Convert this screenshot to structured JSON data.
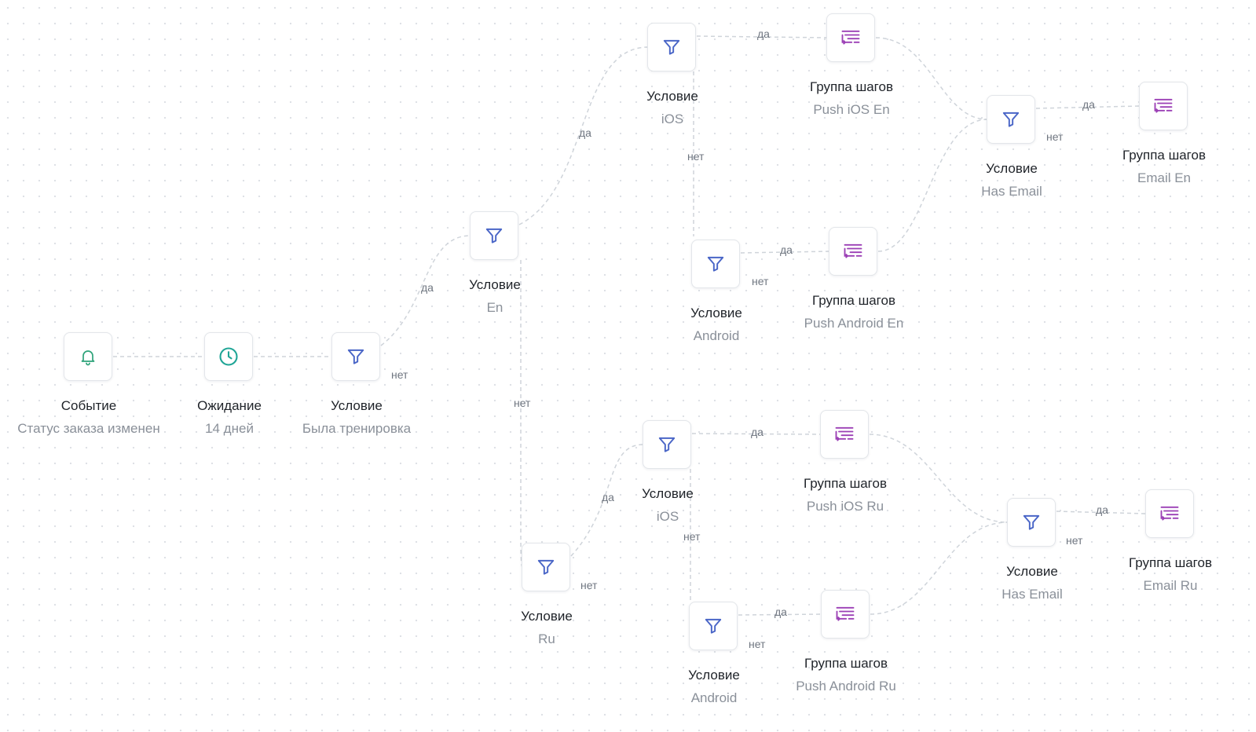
{
  "colors": {
    "filter": "#4a66c7",
    "event": "#2fa37a",
    "wait": "#1fa596",
    "group": "#9b3fb5",
    "edge": "#cfd4da"
  },
  "nodes": [
    {
      "id": "event",
      "icon": "bell-icon",
      "title": "Событие",
      "subtitle": "Статус заказа изменен"
    },
    {
      "id": "wait",
      "icon": "clock-icon",
      "title": "Ожидание",
      "subtitle": "14 дней"
    },
    {
      "id": "cond_training",
      "icon": "filter-icon",
      "title": "Условие",
      "subtitle": "Была тренировка"
    },
    {
      "id": "cond_en",
      "icon": "filter-icon",
      "title": "Условие",
      "subtitle": "En"
    },
    {
      "id": "cond_ios_en",
      "icon": "filter-icon",
      "title": "Условие",
      "subtitle": "iOS"
    },
    {
      "id": "group_push_ios_en",
      "icon": "step-group-icon",
      "title": "Группа шагов",
      "subtitle": "Push iOS En"
    },
    {
      "id": "cond_android_en",
      "icon": "filter-icon",
      "title": "Условие",
      "subtitle": "Android"
    },
    {
      "id": "group_push_android_en",
      "icon": "step-group-icon",
      "title": "Группа шагов",
      "subtitle": "Push Android En"
    },
    {
      "id": "cond_email_en",
      "icon": "filter-icon",
      "title": "Условие",
      "subtitle": "Has Email"
    },
    {
      "id": "group_email_en",
      "icon": "step-group-icon",
      "title": "Группа шагов",
      "subtitle": "Email En"
    },
    {
      "id": "cond_ru",
      "icon": "filter-icon",
      "title": "Условие",
      "subtitle": "Ru"
    },
    {
      "id": "cond_ios_ru",
      "icon": "filter-icon",
      "title": "Условие",
      "subtitle": "iOS"
    },
    {
      "id": "group_push_ios_ru",
      "icon": "step-group-icon",
      "title": "Группа шагов",
      "subtitle": "Push iOS Ru"
    },
    {
      "id": "cond_android_ru",
      "icon": "filter-icon",
      "title": "Условие",
      "subtitle": "Android"
    },
    {
      "id": "group_push_android_ru",
      "icon": "step-group-icon",
      "title": "Группа шагов",
      "subtitle": "Push Android Ru"
    },
    {
      "id": "cond_email_ru",
      "icon": "filter-icon",
      "title": "Условие",
      "subtitle": "Has Email"
    },
    {
      "id": "group_email_ru",
      "icon": "step-group-icon",
      "title": "Группа шагов",
      "subtitle": "Email Ru"
    }
  ],
  "edges": [
    {
      "from": "event",
      "to": "wait",
      "label": ""
    },
    {
      "from": "wait",
      "to": "cond_training",
      "label": ""
    },
    {
      "from": "cond_training",
      "to": "cond_en",
      "label": "да"
    },
    {
      "from": "cond_training",
      "to": "",
      "label": "нет"
    },
    {
      "from": "cond_en",
      "to": "cond_ios_en",
      "label": "да"
    },
    {
      "from": "cond_en",
      "to": "cond_ru",
      "label": "нет"
    },
    {
      "from": "cond_ios_en",
      "to": "group_push_ios_en",
      "label": "да"
    },
    {
      "from": "cond_ios_en",
      "to": "cond_android_en",
      "label": "нет"
    },
    {
      "from": "cond_android_en",
      "to": "group_push_android_en",
      "label": "да"
    },
    {
      "from": "cond_android_en",
      "to": "",
      "label": "нет"
    },
    {
      "from": "group_push_ios_en",
      "to": "cond_email_en",
      "label": ""
    },
    {
      "from": "group_push_android_en",
      "to": "cond_email_en",
      "label": ""
    },
    {
      "from": "cond_email_en",
      "to": "group_email_en",
      "label": "да"
    },
    {
      "from": "cond_email_en",
      "to": "",
      "label": "нет"
    },
    {
      "from": "cond_ru",
      "to": "cond_ios_ru",
      "label": "да"
    },
    {
      "from": "cond_ru",
      "to": "",
      "label": "нет"
    },
    {
      "from": "cond_ios_ru",
      "to": "group_push_ios_ru",
      "label": "да"
    },
    {
      "from": "cond_ios_ru",
      "to": "cond_android_ru",
      "label": "нет"
    },
    {
      "from": "cond_android_ru",
      "to": "group_push_android_ru",
      "label": "да"
    },
    {
      "from": "cond_android_ru",
      "to": "",
      "label": "нет"
    },
    {
      "from": "group_push_ios_ru",
      "to": "cond_email_ru",
      "label": ""
    },
    {
      "from": "group_push_android_ru",
      "to": "cond_email_ru",
      "label": ""
    },
    {
      "from": "cond_email_ru",
      "to": "group_email_ru",
      "label": "да"
    },
    {
      "from": "cond_email_ru",
      "to": "",
      "label": "нет"
    }
  ]
}
